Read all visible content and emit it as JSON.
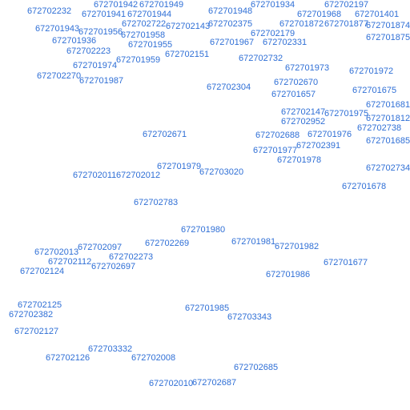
{
  "map": {
    "label_color": "#2f6fd6",
    "labels": [
      "672702232",
      "672701942",
      "672701949",
      "672701948",
      "672701934",
      "672702197",
      "672701941",
      "672701944",
      "672701968",
      "672701401",
      "672701943",
      "672702722",
      "672702143",
      "672702375",
      "672701872",
      "672701877",
      "672701874",
      "672701956",
      "672702179",
      "672701958",
      "672701936",
      "672701967",
      "672702331",
      "672701875",
      "672701955",
      "672702223",
      "672702151",
      "672702732",
      "672701959",
      "672701974",
      "672701973",
      "672701972",
      "672702270",
      "672701987",
      "672702670",
      "672702304",
      "672701675",
      "672701657",
      "672701681",
      "672702147",
      "672701975",
      "672701812",
      "672702952",
      "672702738",
      "672702671",
      "672702688",
      "672701976",
      "672701685",
      "672702391",
      "672701977",
      "672701978",
      "672701979",
      "672702734",
      "672703020",
      "672702011",
      "672702012",
      "672701678",
      "672702783",
      "672701980",
      "672701981",
      "672702269",
      "672702097",
      "672701982",
      "672702013",
      "672702273",
      "672702112",
      "672701677",
      "672702697",
      "672702124",
      "672701986",
      "672702125",
      "672701985",
      "672702382",
      "672703343",
      "672702127",
      "672703332",
      "672702126",
      "672702008",
      "672702685",
      "672702010",
      "672702687"
    ]
  }
}
